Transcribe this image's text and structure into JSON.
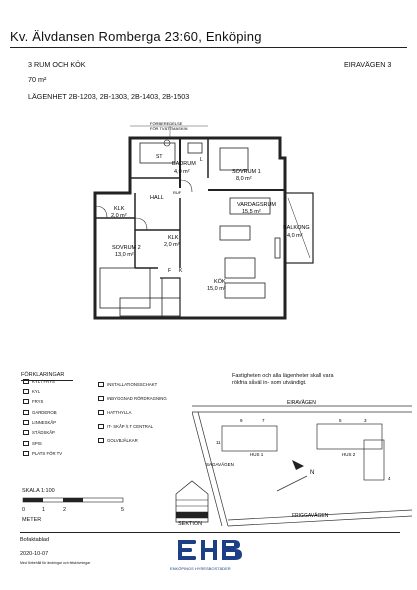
{
  "header": {
    "title": "Kv. Älvdansen Romberga 23:60, Enköping",
    "rooms": "3 RUM OCH KÖK",
    "street": "EIRAVÄGEN 3",
    "area": "70 m²",
    "apartments": "LÄGENHET 2B-1203, 2B-1303, 2B-1403, 2B-1503"
  },
  "plan": {
    "labels": {
      "forbered_1": "FÖRBEREDELSE",
      "forbered_2": "FÖR TVÄTTMASKIN",
      "badrum": "BADRUM",
      "badrum_area": "4,0 m²",
      "st": "ST",
      "l": "L",
      "sovrum1": "SOVRUM 1",
      "sovrum1_area": "8,0 m²",
      "hall": "HALL",
      "ruf": "RUF",
      "klk1": "KLK",
      "klk1_area": "2,0 m²",
      "vardagsrum": "VARDAGSRUM",
      "vardagsrum_area": "15,5 m²",
      "balkong": "BALKONG",
      "balkong_area": "4,0 m²",
      "klk2": "KLK",
      "klk2_area": "2,0 m²",
      "sovrum2": "SOVRUM 2",
      "sovrum2_area": "13,0 m²",
      "f": "F",
      "k": "K",
      "kok": "KÖK",
      "kok_area": "15,0 m²"
    }
  },
  "legend": {
    "title": "FÖRKLARINGAR",
    "left": [
      "KYL / FRYS",
      "KYL",
      "FRYS",
      "GARDEROB",
      "LINNESKÅP",
      "STÄDSKÅP",
      "SPIS",
      "PLATS FÖR TV"
    ],
    "right": [
      "INSTALLATIONSSCHAKT",
      "INBYGGNAD RÖRDRAGNING",
      "HATTHYLLA",
      "IT- SKÅP /I.T CENTRAL",
      "GOLVBJÄLKAR"
    ]
  },
  "note": {
    "line1": "Fastigheten och alla lägenheter skall vara",
    "line2": "rökfria såväl in- som utvändigt."
  },
  "siteplan": {
    "street_top": "EIRAVÄGEN",
    "street_bottom": "FRIGGAVÄGEN",
    "street_side": "SAGAVÄGEN",
    "hus1": "HUS 1",
    "hus2": "HUS 2",
    "n9": "9",
    "n7": "7",
    "n5": "5",
    "n3": "3",
    "n4": "4",
    "n11": "11",
    "north": "N"
  },
  "scale": {
    "label": "SKALA  1:100",
    "t0": "0",
    "t1": "1",
    "t2": "2",
    "t5": "5",
    "unit": "METER",
    "section": "SEKTION"
  },
  "footer": {
    "sheet": "Bofaktablad",
    "date": "2020-10-07",
    "disclaimer": "Med förbehåll för ändringar och felskrivningar",
    "company": "ENKÖPINGS HYRESBOSTÄDER"
  }
}
